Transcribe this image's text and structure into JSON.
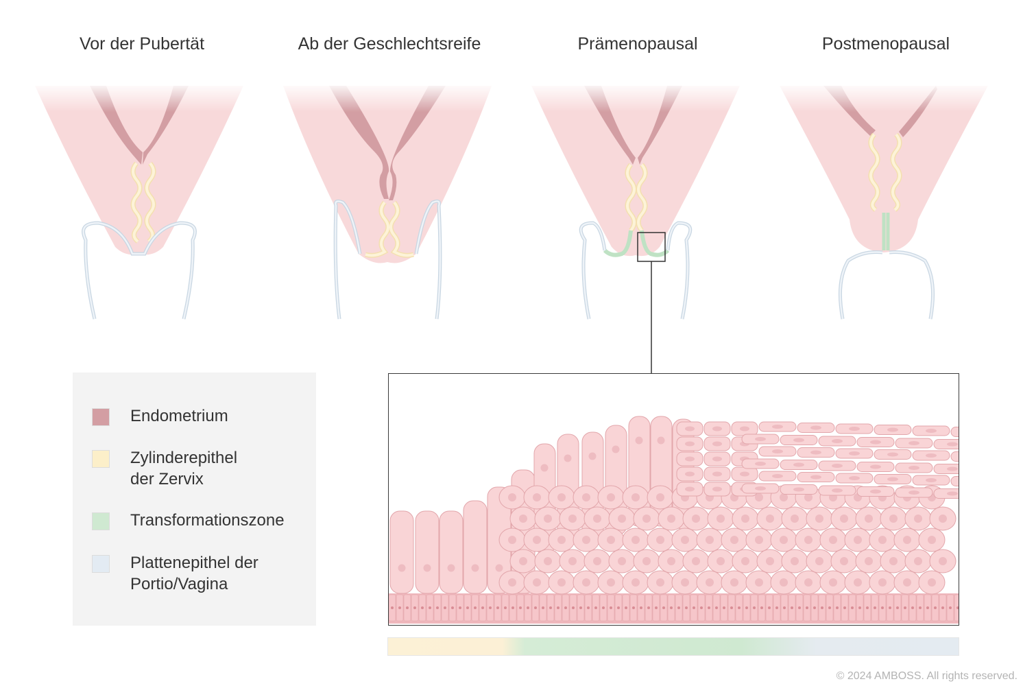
{
  "stages": [
    {
      "title": "Vor der Pubertät"
    },
    {
      "title": "Ab der Geschlechtsreife"
    },
    {
      "title": "Prämenopausal"
    },
    {
      "title": "Postmenopausal"
    }
  ],
  "legend": [
    {
      "label": "Endometrium",
      "color": "#d39ea3"
    },
    {
      "label": "Zylinderepithel\nder Zervix",
      "color": "#fcefc9"
    },
    {
      "label": "Transformationszone",
      "color": "#cfe9d1"
    },
    {
      "label": "Plattenepithel der\nPortio/Vagina",
      "color": "#e3ebf3"
    }
  ],
  "colors": {
    "tissue": "#f8d9da",
    "tissue_outline": "#eec1c4",
    "cell_fill": "#f9d4d6",
    "cell_outline": "#e2a6ab",
    "nucleus": "#eebcc1",
    "basal_layer": "#efb7bc"
  },
  "copyright": "© 2024 AMBOSS. All rights reserved."
}
